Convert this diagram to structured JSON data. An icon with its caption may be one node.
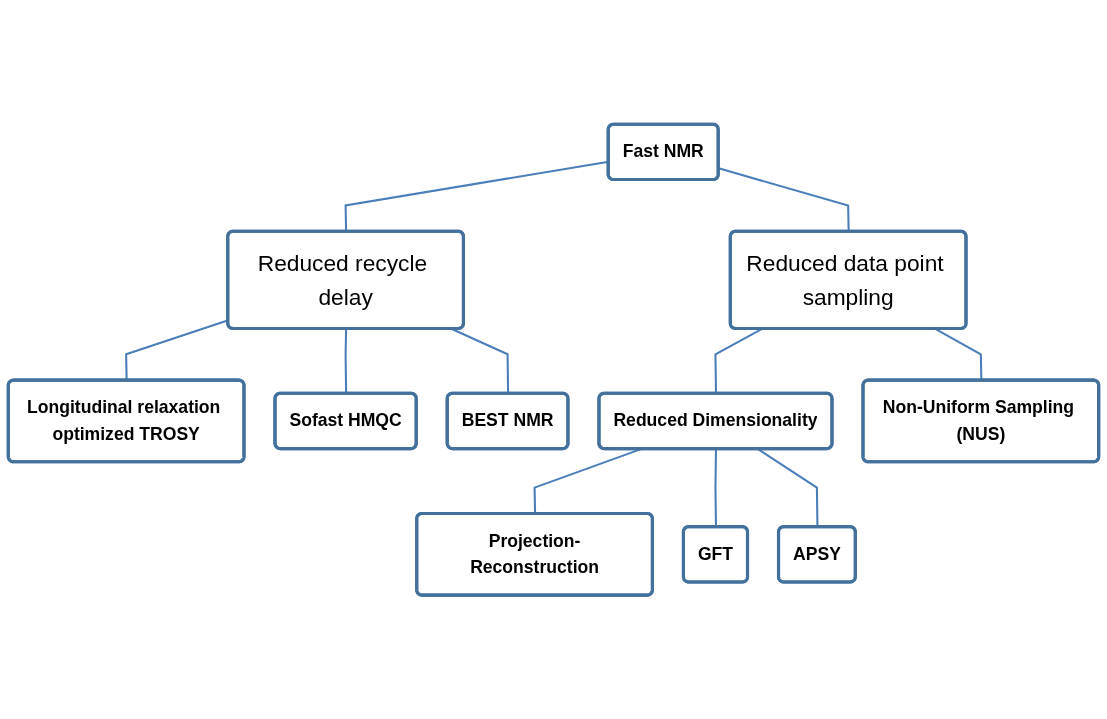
{
  "diagram": {
    "nodes": [
      {
        "text": [
          "Fast NMR"
        ]
      },
      {
        "text": [
          "Reduced recycle delay"
        ]
      },
      {
        "text": [
          "Reduced data point sampling"
        ]
      },
      {
        "text": [
          "Longitudinal relaxation optimized TROSY"
        ]
      },
      {
        "text": [
          "Sofast HMQC"
        ]
      },
      {
        "text": [
          "BEST NMR"
        ]
      },
      {
        "text": [
          "Reduced Dimensionality"
        ]
      },
      {
        "text": [
          "Non-Uniform Sampling (NUS)"
        ]
      },
      {
        "text": [
          "Projection-Reconstruction"
        ]
      },
      {
        "text": [
          "GFT"
        ]
      },
      {
        "text": [
          "APSY"
        ]
      }
    ],
    "edges": [
      {
        "from": 0,
        "to": 1,
        "arrow": "none"
      },
      {
        "from": 0,
        "to": 2,
        "arrow": "none"
      },
      {
        "from": 1,
        "to": 3,
        "arrow": "none"
      },
      {
        "from": 1,
        "to": 4,
        "arrow": "none"
      },
      {
        "from": 1,
        "to": 5,
        "arrow": "none"
      },
      {
        "from": 2,
        "to": 6,
        "arrow": "none"
      },
      {
        "from": 2,
        "to": 7,
        "arrow": "none"
      },
      {
        "from": 6,
        "to": 8,
        "arrow": "none"
      },
      {
        "from": 6,
        "to": 9,
        "arrow": "none"
      },
      {
        "from": 6,
        "to": 10,
        "arrow": "none"
      }
    ]
  }
}
